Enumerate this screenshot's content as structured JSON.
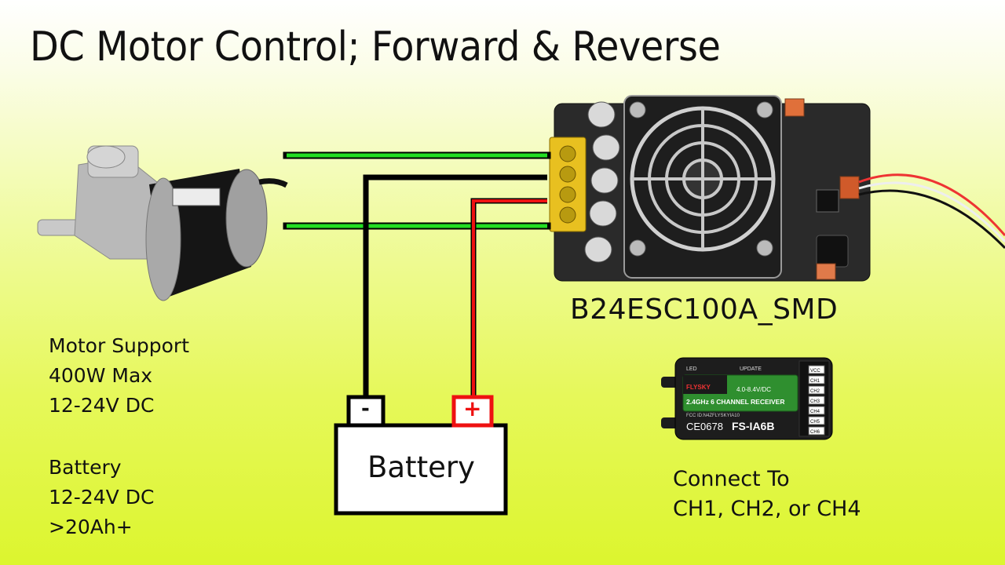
{
  "title": "DC Motor Control; Forward & Reverse",
  "controller": {
    "label": "B24ESC100A_SMD"
  },
  "motor_notes": {
    "line1": "Motor Support",
    "line2": "400W Max",
    "line3": "12-24V DC"
  },
  "battery_notes": {
    "line1": "Battery",
    "line2": "12-24V DC",
    "line3": ">20Ah+"
  },
  "battery": {
    "label": "Battery",
    "negative_terminal": "-",
    "positive_terminal": "+"
  },
  "receiver": {
    "connect_line1": "Connect To",
    "connect_line2": "CH1, CH2, or CH4",
    "model": "FS-IA6B",
    "cert": "CE0678",
    "band": "2.4GHz 6 CHANNEL RECEIVER",
    "brand": "FLYSKY",
    "voltage": "4.0-8.4V/DC",
    "fcc": "FCC ID:N4ZFLYSKYIA10",
    "led": "LED",
    "update": "UPDATE",
    "channels": [
      "VCC",
      "CH1",
      "CH2",
      "CH3",
      "CH4",
      "CH5",
      "CH6"
    ]
  },
  "colors": {
    "motor_wire": "#22dd22",
    "negative_wire": "#000000",
    "positive_wire": "#ee1111",
    "pcb": "#2a2a2a",
    "terminal_block": "#e8c020"
  }
}
